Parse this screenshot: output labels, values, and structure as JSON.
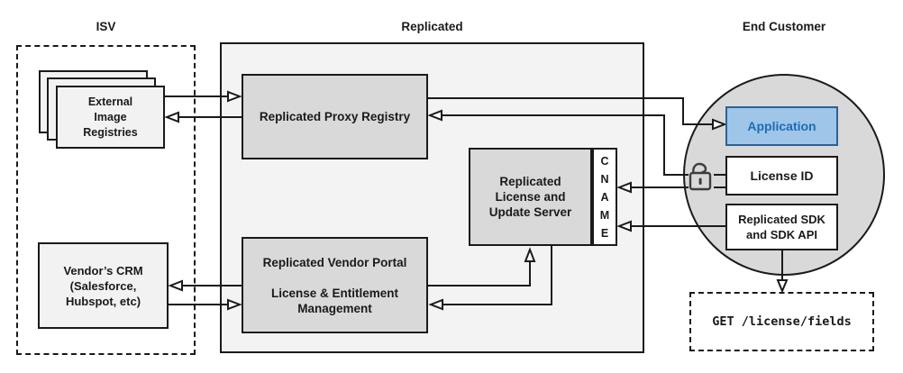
{
  "diagram": {
    "headers": {
      "isv": "ISV",
      "replicated": "Replicated",
      "end_customer": "End Customer"
    },
    "nodes": {
      "external_registries": "External\nImage\nRegistries",
      "proxy_registry": "Replicated Proxy Registry",
      "license_update_server": "Replicated\nLicense and\nUpdate Server",
      "cname": "C\nN\nA\nM\nE",
      "vendor_portal": "Replicated Vendor Portal\n\nLicense & Entitlement\nManagement",
      "vendors_crm": "Vendor’s CRM\n(Salesforce,\nHubspot, etc)",
      "application": "Application",
      "license_id": "License ID",
      "replicated_sdk": "Replicated SDK\nand SDK API",
      "get_request": "GET /license/fields"
    },
    "icons": {
      "unlock": "unlock-icon"
    },
    "colors": {
      "section_fill": "#f3f3f3",
      "node_fill": "#d9d9d9",
      "white_fill": "#ffffff",
      "application_fill": "#9fc5e8",
      "application_border": "#2a6394",
      "application_text": "#1c6cb5",
      "line": "#1a1a1a",
      "lock": "#3d3d3d"
    }
  }
}
